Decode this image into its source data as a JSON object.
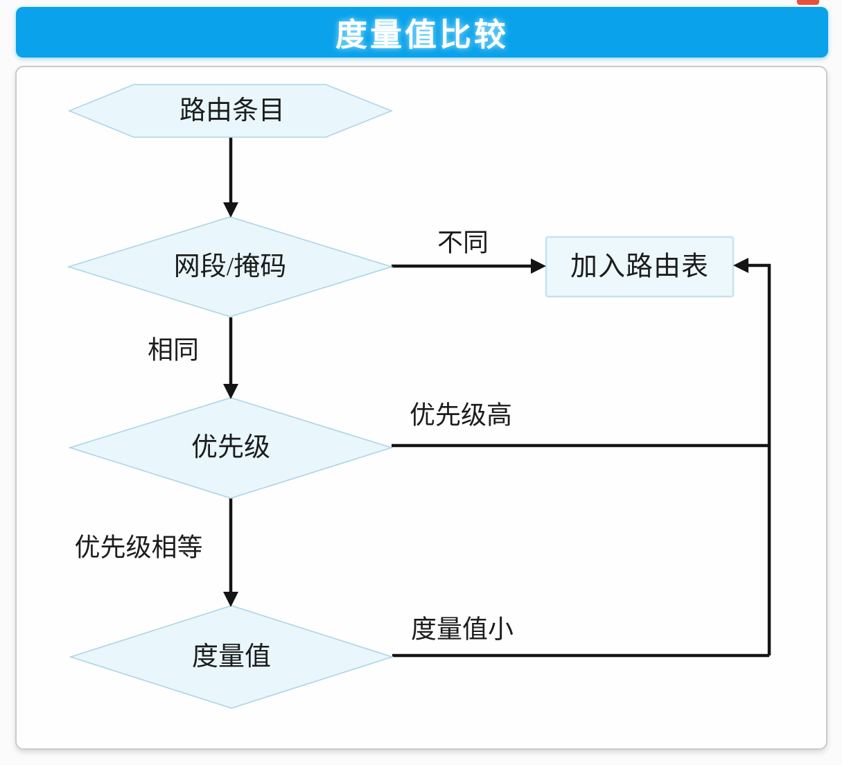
{
  "title_bar": {
    "text": "度量值比较"
  },
  "flowchart": {
    "nodes": [
      {
        "id": "route-entry",
        "type": "hexagon",
        "label": "路由条目"
      },
      {
        "id": "segment-mask",
        "type": "diamond",
        "label": "网段/掩码"
      },
      {
        "id": "priority",
        "type": "diamond",
        "label": "优先级"
      },
      {
        "id": "metric",
        "type": "diamond",
        "label": "度量值"
      },
      {
        "id": "add-to-table",
        "type": "rect",
        "label": "加入路由表"
      }
    ],
    "edge_labels": [
      {
        "id": "different",
        "text": "不同"
      },
      {
        "id": "same",
        "text": "相同"
      },
      {
        "id": "priority-high",
        "text": "优先级高"
      },
      {
        "id": "priority-equal",
        "text": "优先级相等"
      },
      {
        "id": "metric-small",
        "text": "度量值小"
      }
    ]
  },
  "colors": {
    "page_bg": "#fbfbfb",
    "title_bg": "#0aa2ea",
    "red": "#e8503c",
    "shape_fill": "#e9f6fb",
    "shape_border": "#abd5e5",
    "rect_fill": "#edf8fc",
    "rect_border": "#c3e3ef",
    "line": "#141414",
    "text": "#1c1c1c"
  }
}
